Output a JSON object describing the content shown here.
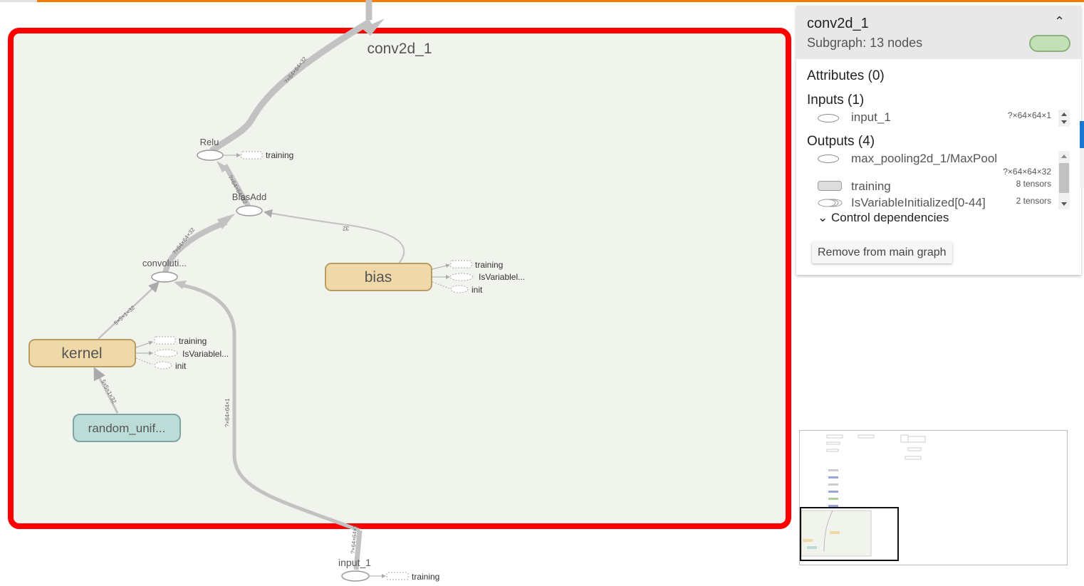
{
  "graph": {
    "group_label": "conv2d_1",
    "nodes": {
      "relu": "Relu",
      "biasadd": "BiasAdd",
      "conv": "convoluti...",
      "bias": "bias",
      "kernel": "kernel",
      "random": "random_unif...",
      "input": "input_1"
    },
    "aux": {
      "training": "training",
      "isvariable": "IsVariablel...",
      "init": "init"
    },
    "edges": {
      "relu_out": "?×64×64×32",
      "bias_to_relu": "?×64×64×32",
      "conv_to_bias": "?×64×64×32",
      "bias_in": "32",
      "kernel_to_conv": "5×5×1×32",
      "random_to_kernel": "5×5×1×32",
      "input_to_conv": "?×64×64×1",
      "input_up": "?×64×64×1"
    }
  },
  "info": {
    "title": "conv2d_1",
    "subtitle": "Subgraph: 13 nodes",
    "collapse_icon": "chevron-up-icon",
    "attributes_label": "Attributes (0)",
    "inputs_label": "Inputs (1)",
    "inputs": [
      {
        "name": "input_1",
        "shape": "?×64×64×1"
      }
    ],
    "outputs_label": "Outputs (4)",
    "outputs": [
      {
        "name": "max_pooling2d_1/MaxPool",
        "shape": "?×64×64×32"
      },
      {
        "name": "training",
        "shape": "8 tensors"
      },
      {
        "name": "IsVariableInitialized[0-44]",
        "shape": "2 tensors"
      }
    ],
    "control_deps_label": "Control dependencies",
    "remove_label": "Remove from main graph"
  },
  "colors": {
    "highlight": "#ff0000",
    "group_fill": "#f0f4ec",
    "variable_fill": "#f0d9a8",
    "variable_stroke": "#b89c62",
    "op_fill": "#bcdcd8",
    "op_stroke": "#7fa5a2",
    "edge": "#bdbdbd",
    "accent": "#f57c00"
  }
}
